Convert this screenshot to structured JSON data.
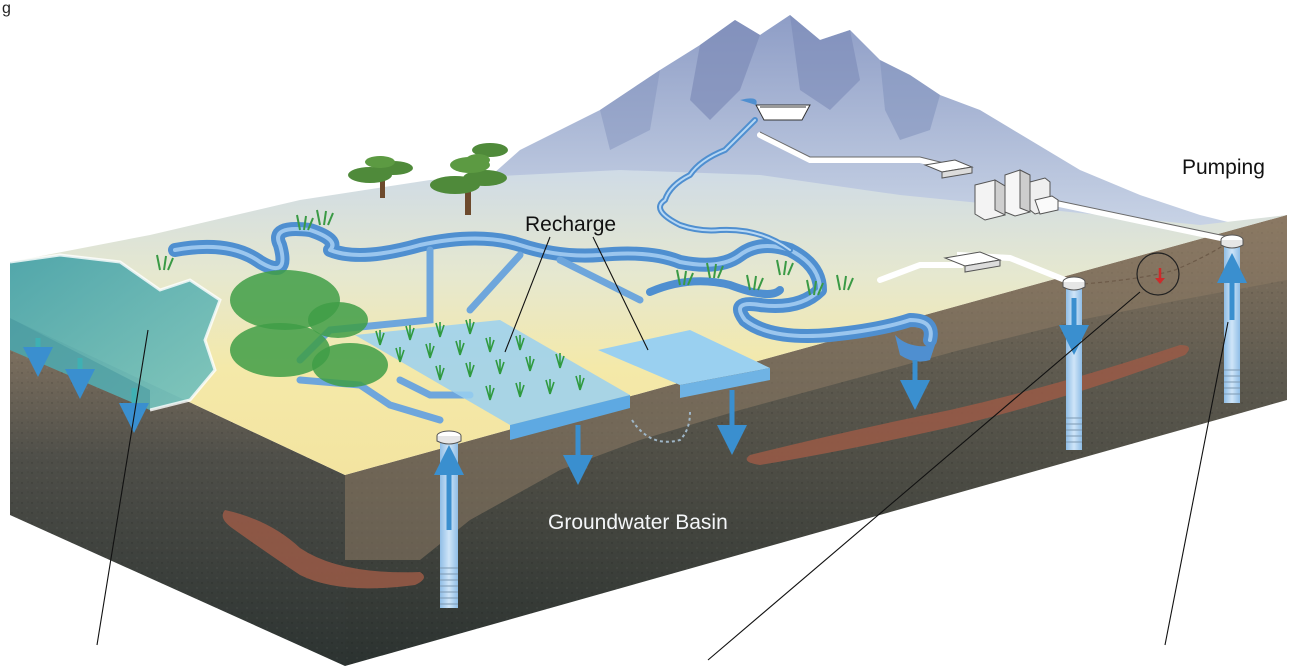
{
  "labels": {
    "pumping": "Pumping",
    "recharge": "Recharge",
    "basin": "Groundwater Basin",
    "corner_fragment": "g"
  },
  "colors": {
    "surface_sand": "#f4e8a6",
    "surface_haze": "#d2dde6",
    "mountain": "#9fb0d2",
    "river": "#4f8fd0",
    "ocean": "#5fb0b0",
    "soil_brown": "#8a7560",
    "soil_dark": "#2e3431",
    "clay_lens": "#9a5a47",
    "recharge_blue": "#9ad0f0",
    "well_blue": "#a9cdef",
    "arrow_blue": "#3a8fcf",
    "vegetation": "#3a9a45",
    "trees": "#4f8a3a"
  },
  "icons": [
    "well-icon",
    "tree-icon",
    "reservoir-dam-icon",
    "city-buildings-icon",
    "water-treatment-icon"
  ]
}
